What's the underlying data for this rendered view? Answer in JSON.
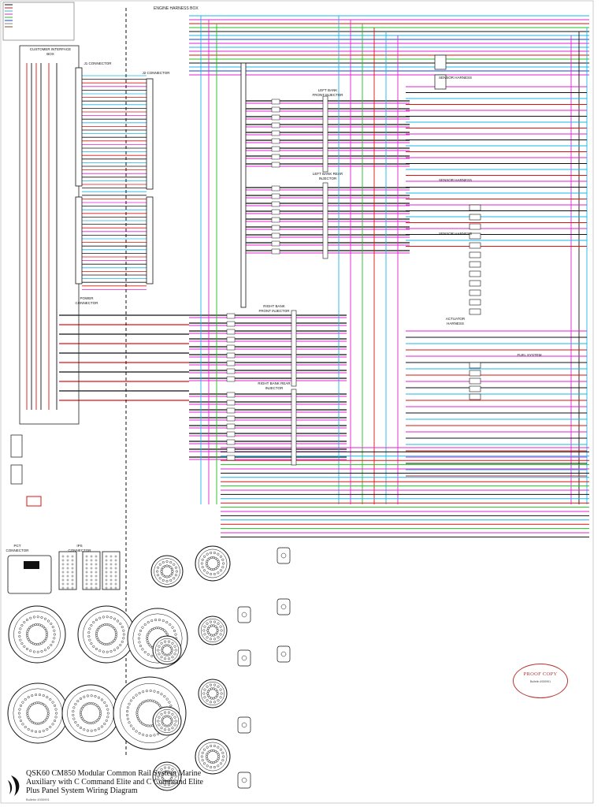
{
  "title": {
    "lines": [
      "QSK60 CM850 Modular Common Rail System Marine",
      "Auxiliary with C Command Elite and C Command Elite",
      "Plus Panel System Wiring Diagram"
    ],
    "number": "Bulletin 4930991"
  },
  "stamp": {
    "text": "PROOF COPY"
  },
  "labels": {
    "customer_interface_box": "CUSTOMER INTERFACE BOX",
    "engine_harness_box": "ENGINE HARNESS BOX",
    "pct_connector": "PCT CONNECTOR",
    "ecm_j1": "J1 CONNECTOR",
    "ecm_j2": "J2 CONNECTOR",
    "power_connector": "POWER CONNECTOR",
    "left_bank_front": "LEFT BANK FRONT INJECTOR",
    "left_bank_rear": "LEFT BANK REAR INJECTOR",
    "right_bank_front": "RIGHT BANK FRONT INJECTOR",
    "right_bank_rear": "RIGHT BANK REAR INJECTOR",
    "sensor_harness_1": "SENSOR HARNESS",
    "sensor_harness_2": "SENSOR HARNESS",
    "sensor_harness_3": "SENSOR HARNESS",
    "actuator_harness": "ACTUATOR HARNESS",
    "ips_connector": "IPS CONNECTOR",
    "fuel_system": "FUEL SYSTEM"
  },
  "wire_colors": {
    "black": "#111111",
    "red": "#e01010",
    "cyan": "#19b5e8",
    "magenta": "#e020d0",
    "green": "#20c020",
    "blue": "#1a3fd6",
    "gray": "#888888",
    "brown": "#8a4a1a"
  }
}
